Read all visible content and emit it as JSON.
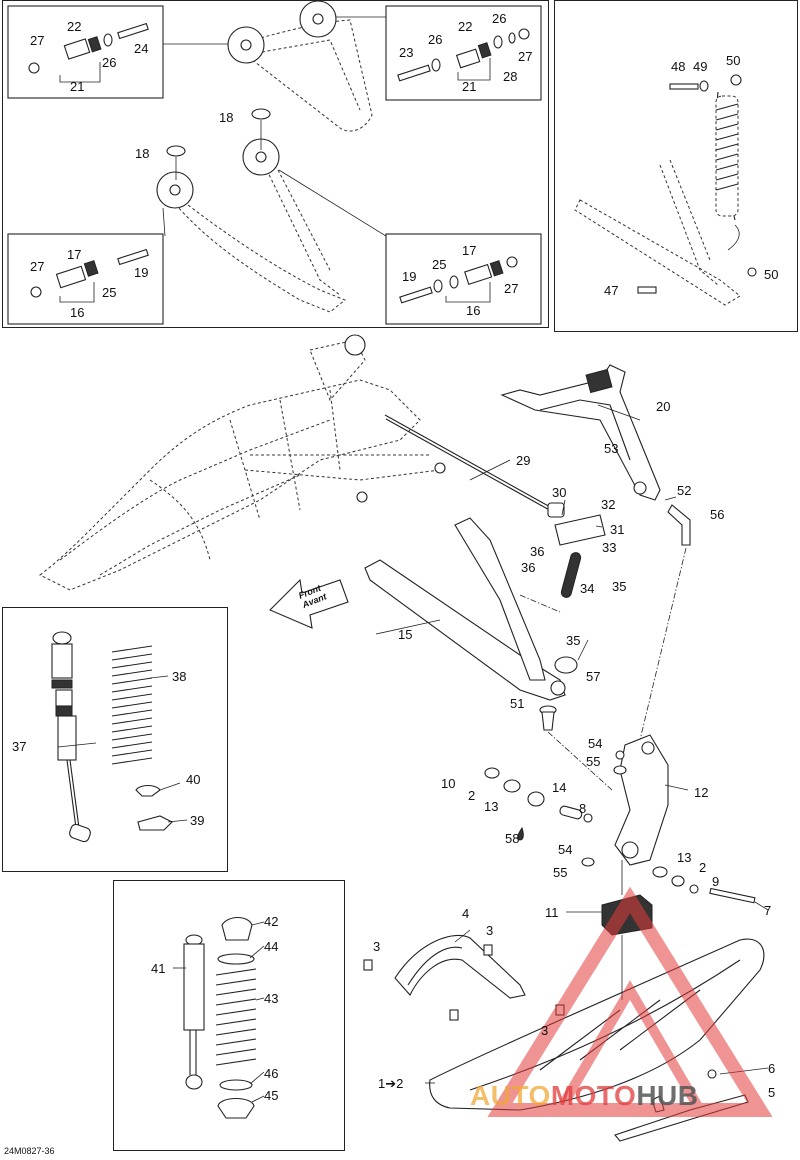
{
  "document_code": "24M0827-36",
  "front_arrow": {
    "line1": "Front",
    "line2": "Avant"
  },
  "watermark": {
    "part1": "AUTO",
    "part2": "MOTO",
    "part3": "HUB",
    "color_red": "#e23b3b",
    "color_dark": "#555555"
  },
  "callouts": [
    {
      "label": "27"
    },
    {
      "label": "22"
    },
    {
      "label": "24"
    },
    {
      "label": "26"
    },
    {
      "label": "21"
    },
    {
      "label": "22"
    },
    {
      "label": "26"
    },
    {
      "label": "23"
    },
    {
      "label": "26"
    },
    {
      "label": "27"
    },
    {
      "label": "28"
    },
    {
      "label": "21"
    },
    {
      "label": "18"
    },
    {
      "label": "18"
    },
    {
      "label": "27"
    },
    {
      "label": "17"
    },
    {
      "label": "19"
    },
    {
      "label": "25"
    },
    {
      "label": "16"
    },
    {
      "label": "17"
    },
    {
      "label": "19"
    },
    {
      "label": "25"
    },
    {
      "label": "27"
    },
    {
      "label": "16"
    },
    {
      "label": "48"
    },
    {
      "label": "49"
    },
    {
      "label": "50"
    },
    {
      "label": "47"
    },
    {
      "label": "50"
    },
    {
      "label": "20"
    },
    {
      "label": "29"
    },
    {
      "label": "53"
    },
    {
      "label": "52"
    },
    {
      "label": "30"
    },
    {
      "label": "32"
    },
    {
      "label": "56"
    },
    {
      "label": "31"
    },
    {
      "label": "36"
    },
    {
      "label": "33"
    },
    {
      "label": "36"
    },
    {
      "label": "34"
    },
    {
      "label": "35"
    },
    {
      "label": "15"
    },
    {
      "label": "35"
    },
    {
      "label": "57"
    },
    {
      "label": "51"
    },
    {
      "label": "38"
    },
    {
      "label": "37"
    },
    {
      "label": "40"
    },
    {
      "label": "39"
    },
    {
      "label": "54"
    },
    {
      "label": "55"
    },
    {
      "label": "10"
    },
    {
      "label": "2"
    },
    {
      "label": "14"
    },
    {
      "label": "12"
    },
    {
      "label": "13"
    },
    {
      "label": "8"
    },
    {
      "label": "58"
    },
    {
      "label": "54"
    },
    {
      "label": "55"
    },
    {
      "label": "13"
    },
    {
      "label": "2"
    },
    {
      "label": "9"
    },
    {
      "label": "7"
    },
    {
      "label": "42"
    },
    {
      "label": "44"
    },
    {
      "label": "41"
    },
    {
      "label": "43"
    },
    {
      "label": "46"
    },
    {
      "label": "45"
    },
    {
      "label": "4"
    },
    {
      "label": "3"
    },
    {
      "label": "3"
    },
    {
      "label": "11"
    },
    {
      "label": "3"
    },
    {
      "label": "1➔2"
    },
    {
      "label": "6"
    },
    {
      "label": "5"
    }
  ]
}
